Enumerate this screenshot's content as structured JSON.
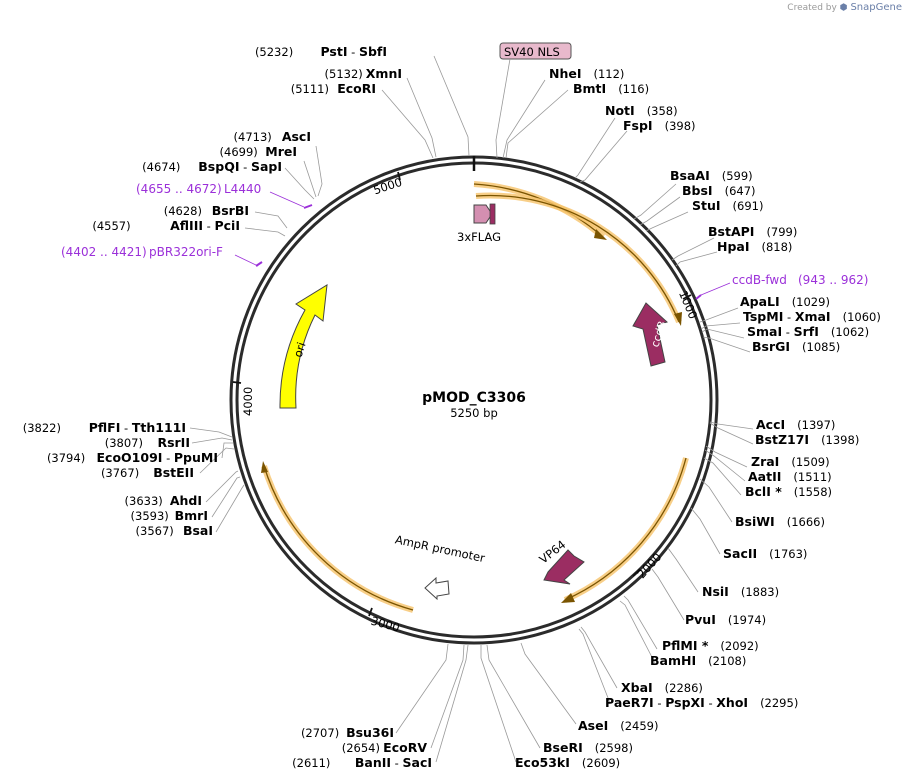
{
  "credit": {
    "prefix": "Created by",
    "brand": "SnapGene"
  },
  "plasmid": {
    "name": "pMOD_C3306",
    "size_label": "5250 bp",
    "length": 5250
  },
  "ticks": [
    {
      "bp": 1000,
      "label": "1000"
    },
    {
      "bp": 2000,
      "label": "2000"
    },
    {
      "bp": 3000,
      "label": "3000"
    },
    {
      "bp": 4000,
      "label": "4000"
    },
    {
      "bp": 5000,
      "label": "5000"
    }
  ],
  "features": [
    {
      "name": "SV40 NLS",
      "type": "box-label"
    },
    {
      "name": "3xFLAG",
      "type": "label"
    },
    {
      "name": "ccdB",
      "type": "arrow",
      "color": "#9b2d62"
    },
    {
      "name": "VP64",
      "type": "arrow",
      "color": "#9b2d62"
    },
    {
      "name": "AmpR promoter",
      "type": "arrow",
      "color": "#ffffff"
    },
    {
      "name": "ori",
      "type": "arrow",
      "color": "#ffff00"
    }
  ],
  "primers": [
    {
      "range": "(4655 .. 4672)",
      "name": "L4440"
    },
    {
      "range": "(4402 .. 4421)",
      "name": "pBR322ori-F"
    },
    {
      "name": "ccdB-fwd",
      "range": "(943 .. 962)"
    }
  ],
  "sites_left": [
    {
      "pos": "(5232)",
      "name": "PstI",
      "sep": "-",
      "name2": "SbfI"
    },
    {
      "pos": "(5132)",
      "name": "XmnI"
    },
    {
      "pos": "(5111)",
      "name": "EcoRI"
    },
    {
      "pos": "(4713)",
      "name": "AscI"
    },
    {
      "pos": "(4699)",
      "name": "MreI"
    },
    {
      "pos": "(4674)",
      "name": "BspQI",
      "sep": "-",
      "name2": "SapI"
    },
    {
      "pos": "(4628)",
      "name": "BsrBI"
    },
    {
      "pos": "(4557)",
      "name": "AflIII",
      "sep": "-",
      "name2": "PciI"
    },
    {
      "pos": "(3822)",
      "name": "PflFI",
      "sep": "-",
      "name2": "Tth111I"
    },
    {
      "pos": "(3807)",
      "name": "RsrII"
    },
    {
      "pos": "(3794)",
      "name": "EcoO109I",
      "sep": "-",
      "name2": "PpuMI"
    },
    {
      "pos": "(3767)",
      "name": "BstEII"
    },
    {
      "pos": "(3633)",
      "name": "AhdI"
    },
    {
      "pos": "(3593)",
      "name": "BmrI"
    },
    {
      "pos": "(3567)",
      "name": "BsaI"
    },
    {
      "pos": "(2707)",
      "name": "Bsu36I"
    },
    {
      "pos": "(2654)",
      "name": "EcoRV"
    },
    {
      "pos": "(2611)",
      "name": "BanII",
      "sep": "-",
      "name2": "SacI"
    }
  ],
  "sites_right": [
    {
      "name": "NheI",
      "pos": "(112)"
    },
    {
      "name": "BmtI",
      "pos": "(116)"
    },
    {
      "name": "NotI",
      "pos": "(358)"
    },
    {
      "name": "FspI",
      "pos": "(398)"
    },
    {
      "name": "BsaAI",
      "pos": "(599)"
    },
    {
      "name": "BbsI",
      "pos": "(647)"
    },
    {
      "name": "StuI",
      "pos": "(691)"
    },
    {
      "name": "BstAPI",
      "pos": "(799)"
    },
    {
      "name": "HpaI",
      "pos": "(818)"
    },
    {
      "name": "ApaLI",
      "pos": "(1029)"
    },
    {
      "name": "TspMI",
      "sep": "-",
      "name2": "XmaI",
      "pos": "(1060)"
    },
    {
      "name": "SmaI",
      "sep": "-",
      "name2": "SrfI",
      "pos": "(1062)"
    },
    {
      "name": "BsrGI",
      "pos": "(1085)"
    },
    {
      "name": "AccI",
      "pos": "(1397)"
    },
    {
      "name": "BstZ17I",
      "pos": "(1398)"
    },
    {
      "name": "ZraI",
      "pos": "(1509)"
    },
    {
      "name": "AatII",
      "pos": "(1511)"
    },
    {
      "name": "BclI *",
      "pos": "(1558)"
    },
    {
      "name": "BsiWI",
      "pos": "(1666)"
    },
    {
      "name": "SacII",
      "pos": "(1763)"
    },
    {
      "name": "NsiI",
      "pos": "(1883)"
    },
    {
      "name": "PvuI",
      "pos": "(1974)"
    },
    {
      "name": "PflMI *",
      "pos": "(2092)"
    },
    {
      "name": "BamHI",
      "pos": "(2108)"
    },
    {
      "name": "XbaI",
      "pos": "(2286)"
    },
    {
      "name": "PaeR7I",
      "sep": "-",
      "name2": "PspXI",
      "sep2": "-",
      "name3": "XhoI",
      "pos": "(2295)"
    },
    {
      "name": "AseI",
      "pos": "(2459)"
    },
    {
      "name": "BseRI",
      "pos": "(2598)"
    },
    {
      "name": "Eco53kI",
      "pos": "(2609)"
    }
  ],
  "colors": {
    "feature_magenta": "#9b2d62",
    "ori_yellow": "#ffff00",
    "primer_purple": "#9b30d9",
    "highlight_orange": "#f6c36a"
  }
}
